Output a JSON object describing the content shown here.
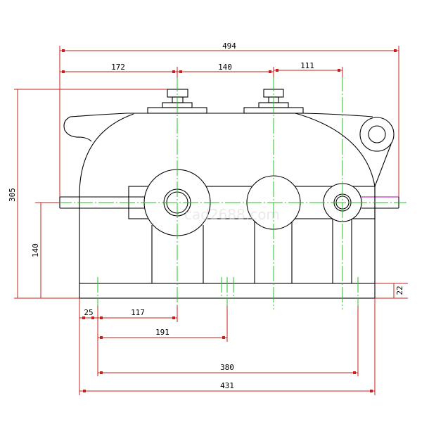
{
  "drawing": {
    "watermark": "cad2688.com",
    "dimensions": {
      "overall_length": "494",
      "shaft1_offset": "172",
      "center_distance_1": "140",
      "center_distance_2": "111",
      "overall_height": "305",
      "center_height": "140",
      "base_thickness": "22",
      "bolt_edge_offset": "25",
      "bolt_to_shaft": "117",
      "bolt_to_middle": "191",
      "bolt_spacing": "380",
      "base_length": "431"
    },
    "colors": {
      "outline": "#000000",
      "dimension": "#c81e1e",
      "centerline": "#22c022"
    }
  }
}
